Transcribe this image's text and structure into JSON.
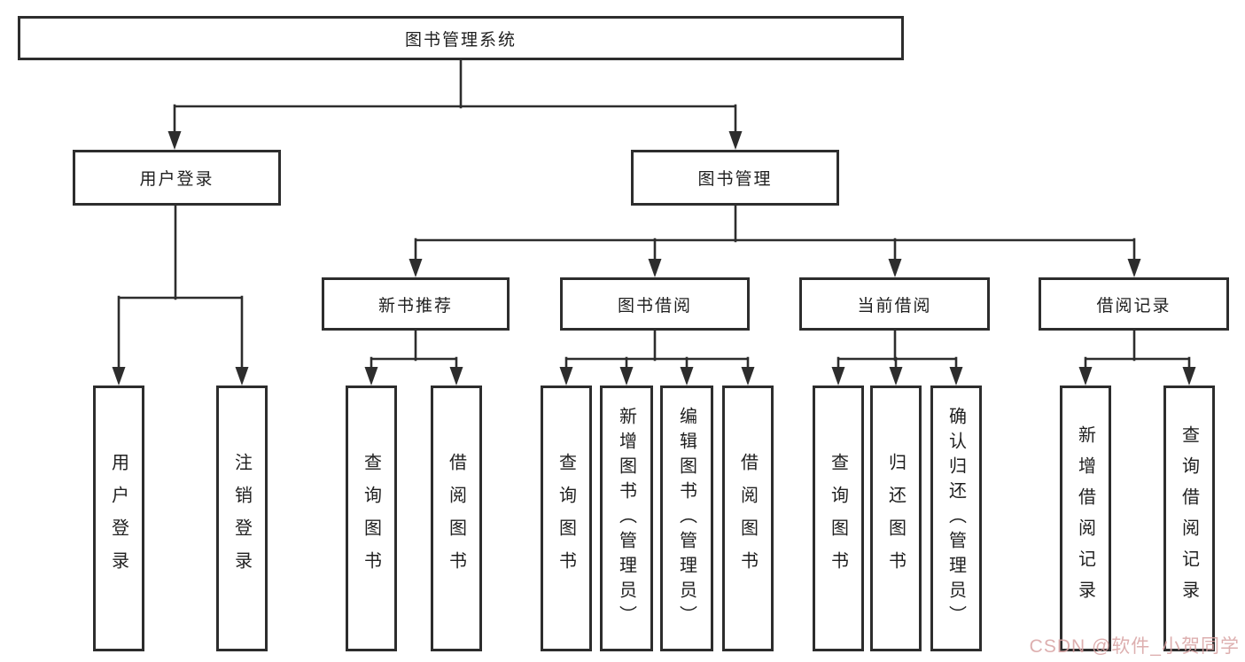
{
  "diagram": {
    "root": {
      "label": "图书管理系统"
    },
    "level2": [
      {
        "label": "用户登录"
      },
      {
        "label": "图书管理"
      }
    ],
    "level3": [
      {
        "label": "新书推荐"
      },
      {
        "label": "图书借阅"
      },
      {
        "label": "当前借阅"
      },
      {
        "label": "借阅记录"
      }
    ],
    "leaves": {
      "user_login": [
        "用户登录",
        "注销登录"
      ],
      "new_book": [
        "查询图书",
        "借阅图书"
      ],
      "book_borrow": [
        "查询图书",
        "新增图书（管理员）",
        "编辑图书（管理员）",
        "借阅图书"
      ],
      "current_borrow": [
        "查询图书",
        "归还图书",
        "确认归还（管理员）"
      ],
      "borrow_record": [
        "新增借阅记录",
        "查询借阅记录"
      ]
    }
  },
  "watermark": {
    "text": "CSDN @软件_小贺同学",
    "color": "#d8a2a2"
  },
  "colors": {
    "line": "#2d2d2d",
    "background": "#ffffff"
  }
}
